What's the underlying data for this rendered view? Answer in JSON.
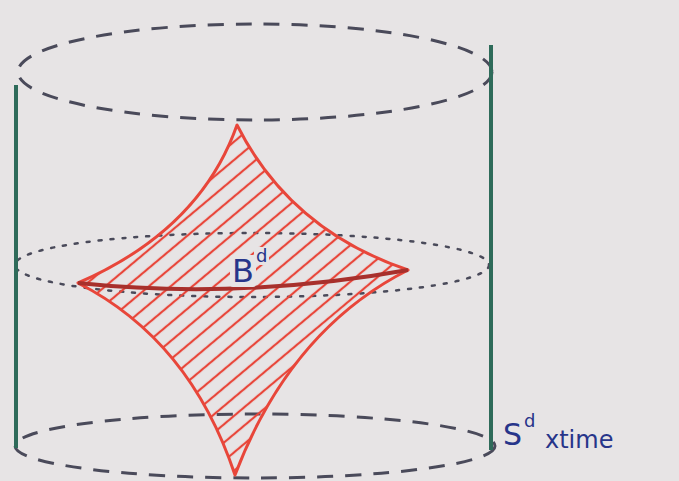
{
  "diagram": {
    "labels": [
      "B",
      "d",
      "S",
      "d",
      "xtime"
    ]
  }
}
